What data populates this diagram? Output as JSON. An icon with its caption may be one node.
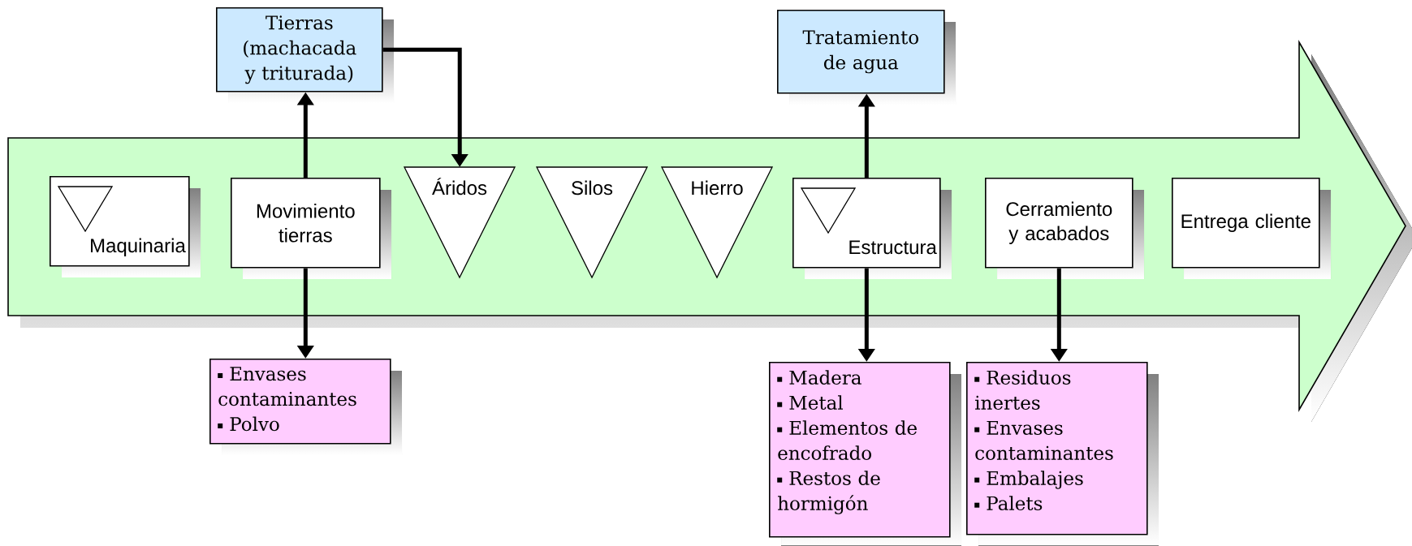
{
  "diagram": {
    "nodes": [
      {
        "text": [],
        "shape": "arrow"
      },
      {
        "text": [
          "Tierras (machacada y triturada)"
        ]
      },
      {
        "text": [
          "Maquinaria"
        ],
        "in": 0
      },
      {
        "text": [
          "Movimiento tierras"
        ],
        "in": 0
      },
      {
        "text": [
          "Áridos"
        ],
        "in": 0
      },
      {
        "text": [
          "Silos"
        ],
        "in": 0
      },
      {
        "text": [
          "Hierro"
        ],
        "in": 0
      },
      {
        "text": [
          "Tratamiento de agua"
        ]
      },
      {
        "text": [
          "Estructura"
        ],
        "in": 0
      },
      {
        "text": [
          "Cerramiento y acabados"
        ],
        "in": 0
      },
      {
        "text": [
          "Entrega cliente"
        ],
        "in": 0
      },
      {
        "text": [
          "Envases contaminantes",
          "Polvo"
        ]
      },
      {
        "text": [
          "Madera",
          "Metal",
          "Elementos de encofrado",
          "Restos de hormigón"
        ]
      },
      {
        "text": [
          "Residuos inertes",
          "Envases contaminantes",
          "Embalajes",
          "Palets"
        ]
      }
    ],
    "edges": [
      {
        "from": 3,
        "to": 1,
        "arrow": "to"
      },
      {
        "from": 1,
        "to": 4,
        "arrow": "to"
      },
      {
        "from": 3,
        "to": 11,
        "arrow": "to"
      },
      {
        "from": 8,
        "to": 7,
        "arrow": "to"
      },
      {
        "from": 8,
        "to": 12,
        "arrow": "to"
      },
      {
        "from": 9,
        "to": 13,
        "arrow": "to"
      }
    ]
  }
}
